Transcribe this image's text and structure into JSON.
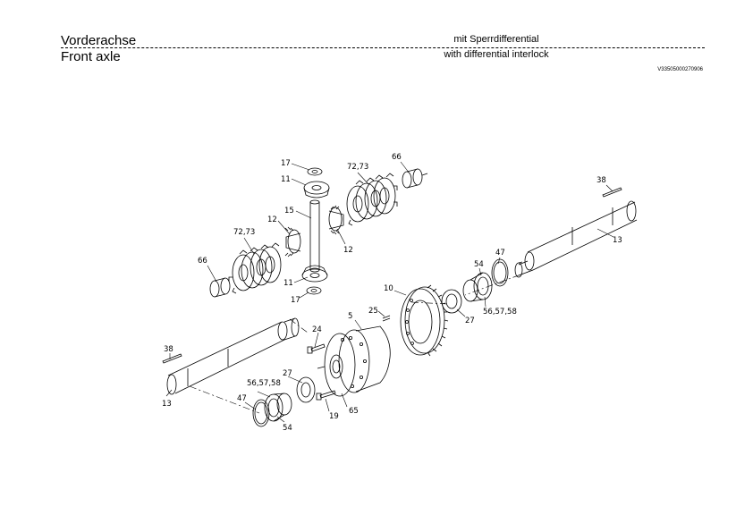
{
  "header": {
    "title_de": "Vorderachse",
    "title_en": "Front axle",
    "subtitle_de": "mit Sperrdifferential",
    "subtitle_en": "with differential interlock",
    "drawing_no": "V33505000270906"
  },
  "callouts": {
    "c17a": "17",
    "c11a": "11",
    "c15": "15",
    "c12a": "12",
    "c12b": "12",
    "c7273a": "72,73",
    "c66a": "66",
    "c7273b": "72,73",
    "c66b": "66",
    "c11b": "11",
    "c17b": "17",
    "c38a": "38",
    "c13a": "13",
    "c47a": "47",
    "c54a": "54",
    "c565758a": "56,57,58",
    "c27a": "27",
    "c10": "10",
    "c25": "25",
    "c5": "5",
    "c24": "24",
    "c38b": "38",
    "c13b": "13",
    "c565758b": "56,57,58",
    "c27b": "27",
    "c47b": "47",
    "c54b": "54",
    "c19": "19",
    "c65": "65"
  }
}
